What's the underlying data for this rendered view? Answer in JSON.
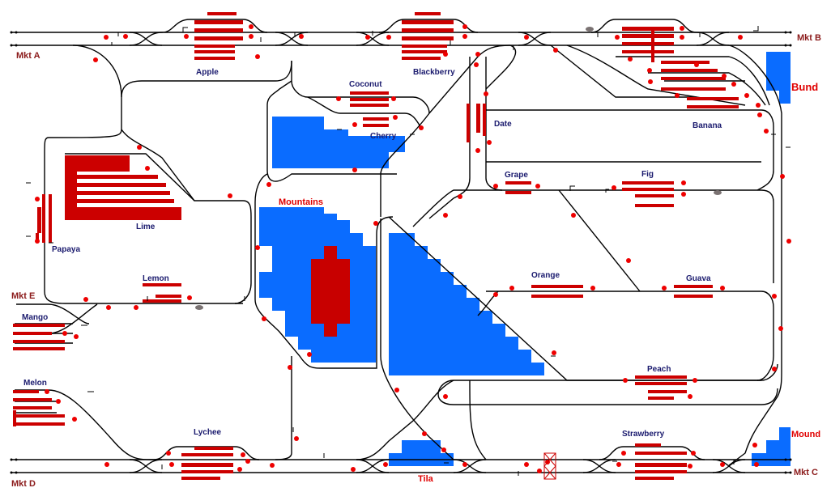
{
  "colors": {
    "track": "#000000",
    "platform": "#cc0000",
    "signal": "#ee0000",
    "water": "#0a6cff",
    "mountain": "#0a6cff",
    "peak": "#c80000",
    "station_label": "#1a1a6e",
    "market_label": "#8b1a1a",
    "geo_label": "#e00000"
  },
  "markets": {
    "a": "Mkt A",
    "b": "Mkt B",
    "c": "Mkt C",
    "d": "Mkt D",
    "e": "Mkt E"
  },
  "stations": {
    "apple": "Apple",
    "blackberry": "Blackberry",
    "coconut": "Coconut",
    "cherry": "Cherry",
    "date": "Date",
    "banana": "Banana",
    "grape": "Grape",
    "fig": "Fig",
    "lime": "Lime",
    "papaya": "Papaya",
    "lemon": "Lemon",
    "mango": "Mango",
    "melon": "Melon",
    "lychee": "Lychee",
    "orange": "Orange",
    "guava": "Guava",
    "peach": "Peach",
    "strawberry": "Strawberry"
  },
  "features": {
    "mountains": "Mountains",
    "bund": "Bund",
    "mound": "Mound",
    "tila": "Tila"
  }
}
